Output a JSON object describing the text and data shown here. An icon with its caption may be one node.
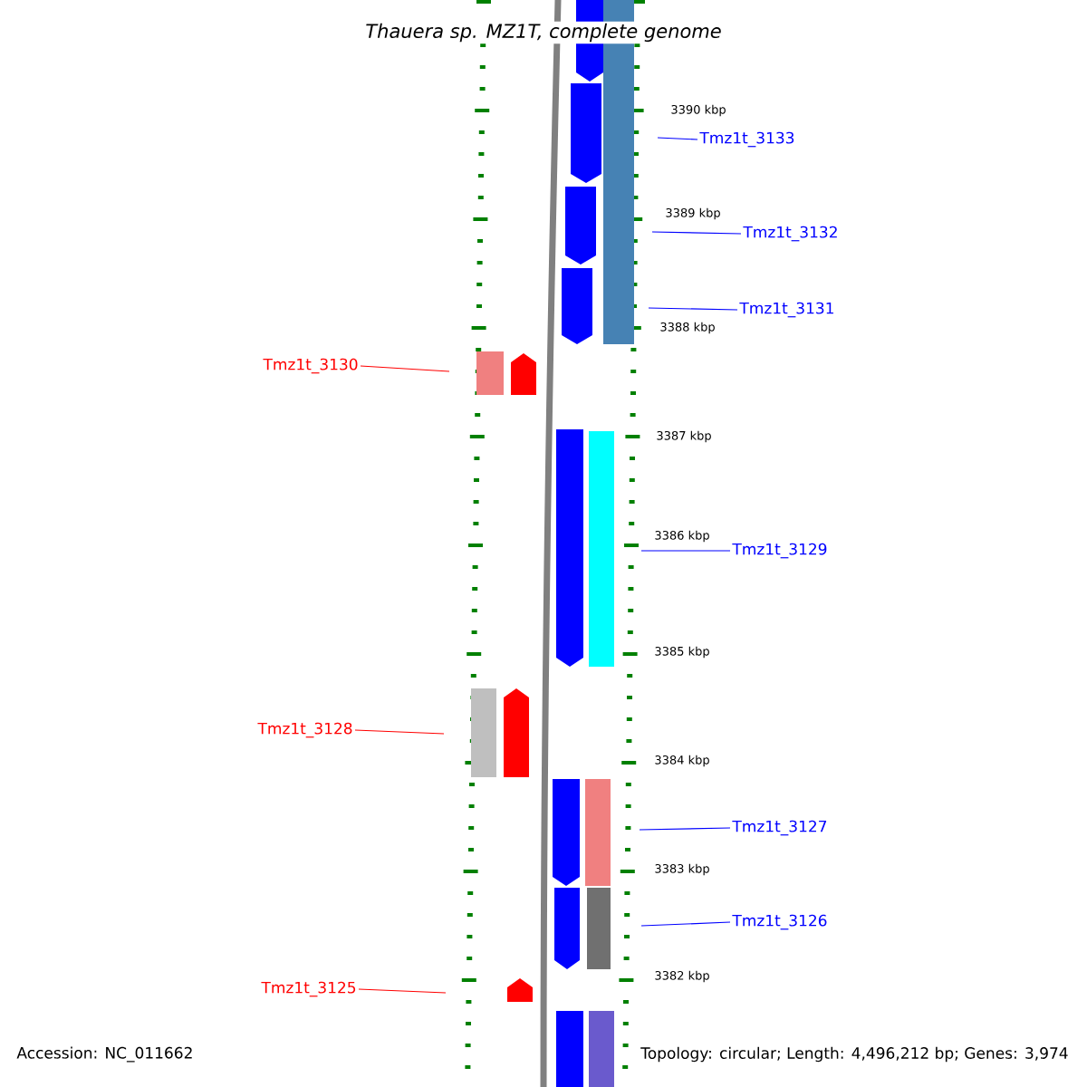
{
  "diagram": {
    "title": "Thauera sp. MZ1T, complete genome",
    "nodes": [
      {
        "text": [
          "Tmz1t_3133"
        ]
      },
      {
        "text": [
          "Tmz1t_3132"
        ]
      },
      {
        "text": [
          "Tmz1t_3131"
        ]
      },
      {
        "text": [
          "Tmz1t_3130"
        ]
      },
      {
        "text": [
          "Tmz1t_3129"
        ]
      },
      {
        "text": [
          "Tmz1t_3128"
        ]
      },
      {
        "text": [
          "Tmz1t_3127"
        ]
      },
      {
        "text": [
          "Tmz1t_3126"
        ]
      },
      {
        "text": [
          "Tmz1t_3125"
        ]
      }
    ],
    "edges": [
      {
        "from": 0,
        "to": null,
        "arrow": "none"
      },
      {
        "from": 1,
        "to": null,
        "arrow": "none"
      },
      {
        "from": 2,
        "to": null,
        "arrow": "none"
      },
      {
        "from": 3,
        "to": null,
        "arrow": "none",
        "color": "#ff0000"
      },
      {
        "from": 4,
        "to": null,
        "arrow": "none"
      },
      {
        "from": 5,
        "to": null,
        "arrow": "none",
        "color": "#ff0000"
      },
      {
        "from": 6,
        "to": null,
        "arrow": "none"
      },
      {
        "from": 7,
        "to": null,
        "arrow": "none"
      },
      {
        "from": 8,
        "to": null,
        "arrow": "none",
        "color": "#ff0000"
      }
    ],
    "labels": [
      "3390 kbp",
      "3389 kbp",
      "3388 kbp",
      "3387 kbp",
      "3386 kbp",
      "3385 kbp",
      "3384 kbp",
      "3383 kbp",
      "3382 kbp",
      "Accession: NC_011662",
      "Topology: circular; Length: 4,496,212 bp; Genes: 3,974"
    ]
  }
}
